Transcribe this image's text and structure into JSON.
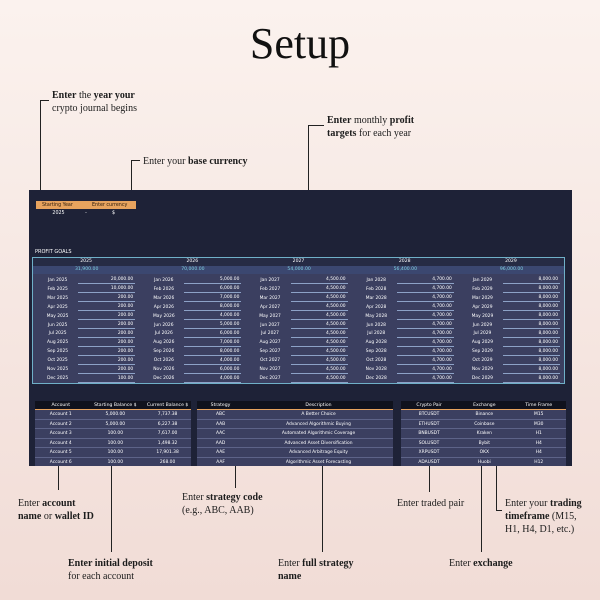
{
  "page": {
    "title": "Setup"
  },
  "annotations": {
    "year": {
      "pre": "",
      "b1": "Enter",
      "mid": " the ",
      "b2": "year your",
      "post": "crypto journal begins"
    },
    "currency": {
      "pre": "Enter your ",
      "b": "base currency"
    },
    "profit": {
      "b1": "Enter",
      "mid": " monthly ",
      "b2": "profit",
      "b3": "targets",
      "post": " for each year"
    },
    "account": {
      "pre": "Enter ",
      "b1": "account",
      "b2": "name",
      "mid": " or ",
      "b3": "wallet ID"
    },
    "strategy_code": {
      "pre": "Enter ",
      "b": "strategy code",
      "post": "(e.g., ABC, AAB)"
    },
    "pair": {
      "text": "Enter traded pair"
    },
    "timeframe": {
      "pre": "Enter your ",
      "b1": "trading",
      "b2": "timeframe",
      "post1": " (M15,",
      "post2": "H1, H4, D1, etc.)"
    },
    "deposit": {
      "b": "Enter initial deposit",
      "post": "for each account"
    },
    "strategy_name": {
      "pre": "Enter ",
      "b1": "full strategy",
      "b2": "name"
    },
    "exchange": {
      "pre": "Enter ",
      "b": "exchange"
    }
  },
  "sheet": {
    "year_currency": {
      "headers": [
        "Starting Year",
        "Enter currency"
      ],
      "year": "2025",
      "sep": "-",
      "currency": "$"
    },
    "profit_goals": {
      "label": "PROFIT GOALS",
      "years": [
        "2025",
        "2026",
        "2027",
        "2028",
        "2029"
      ],
      "totals": [
        "31,900.00",
        "70,000.00",
        "54,000.00",
        "56,400.00",
        "96,000.00"
      ],
      "columns": [
        {
          "months": [
            "Jan 2025",
            "Feb 2025",
            "Mar 2025",
            "Apr 2025",
            "May 2025",
            "Jun 2025",
            "Jul 2025",
            "Aug 2025",
            "Sep 2025",
            "Oct 2025",
            "Nov 2025",
            "Dec 2025"
          ],
          "values": [
            "20,000.00",
            "10,000.00",
            "200.00",
            "200.00",
            "200.00",
            "200.00",
            "200.00",
            "200.00",
            "200.00",
            "200.00",
            "200.00",
            "100.00"
          ]
        },
        {
          "months": [
            "Jan 2026",
            "Feb 2026",
            "Mar 2026",
            "Apr 2026",
            "May 2026",
            "Jun 2026",
            "Jul 2026",
            "Aug 2026",
            "Sep 2026",
            "Oct 2026",
            "Nov 2026",
            "Dec 2026"
          ],
          "values": [
            "5,000.00",
            "6,000.00",
            "7,000.00",
            "8,000.00",
            "4,000.00",
            "5,000.00",
            "6,000.00",
            "7,000.00",
            "8,000.00",
            "4,000.00",
            "6,000.00",
            "4,000.00"
          ]
        },
        {
          "months": [
            "Jan 2027",
            "Feb 2027",
            "Mar 2027",
            "Apr 2027",
            "May 2027",
            "Jun 2027",
            "Jul 2027",
            "Aug 2027",
            "Sep 2027",
            "Oct 2027",
            "Nov 2027",
            "Dec 2027"
          ],
          "values": [
            "4,500.00",
            "4,500.00",
            "4,500.00",
            "4,500.00",
            "4,500.00",
            "4,500.00",
            "4,500.00",
            "4,500.00",
            "4,500.00",
            "4,500.00",
            "4,500.00",
            "4,500.00"
          ]
        },
        {
          "months": [
            "Jan 2028",
            "Feb 2028",
            "Mar 2028",
            "Apr 2028",
            "May 2028",
            "Jun 2028",
            "Jul 2028",
            "Aug 2028",
            "Sep 2028",
            "Oct 2028",
            "Nov 2028",
            "Dec 2028"
          ],
          "values": [
            "4,700.00",
            "4,700.00",
            "4,700.00",
            "4,700.00",
            "4,700.00",
            "4,700.00",
            "4,700.00",
            "4,700.00",
            "4,700.00",
            "4,700.00",
            "4,700.00",
            "4,700.00"
          ]
        },
        {
          "months": [
            "Jan 2029",
            "Feb 2029",
            "Mar 2029",
            "Apr 2029",
            "May 2029",
            "Jun 2029",
            "Jul 2029",
            "Aug 2029",
            "Sep 2029",
            "Oct 2029",
            "Nov 2029",
            "Dec 2029"
          ],
          "values": [
            "8,000.00",
            "8,000.00",
            "8,000.00",
            "8,000.00",
            "8,000.00",
            "8,000.00",
            "8,000.00",
            "8,000.00",
            "8,000.00",
            "8,000.00",
            "8,000.00",
            "8,000.00"
          ]
        }
      ]
    },
    "accounts": {
      "headers": [
        "Account",
        "Starting Balance $",
        "Current Balance $"
      ],
      "rows": [
        [
          "Account 1",
          "5,000.00",
          "7,737.38"
        ],
        [
          "Account 2",
          "5,000.00",
          "6,227.38"
        ],
        [
          "Account 3",
          "100.00",
          "7,617.00"
        ],
        [
          "Account 4",
          "100.00",
          "1,498.32"
        ],
        [
          "Account 5",
          "100.00",
          "17,901.38"
        ],
        [
          "Account 6",
          "100.00",
          "268.00"
        ]
      ]
    },
    "strategies": {
      "headers": [
        "Strategy",
        "Description"
      ],
      "rows": [
        [
          "ABC",
          "A Better Choice"
        ],
        [
          "AAB",
          "Advanced Algorithmic Buying"
        ],
        [
          "AAC",
          "Automated Algorithmic Coverage"
        ],
        [
          "AAD",
          "Advanced Asset Diversification"
        ],
        [
          "AAE",
          "Advanced Arbitrage Equity"
        ],
        [
          "AAF",
          "Algorithmic Asset Forecasting"
        ]
      ]
    },
    "pairs": {
      "headers": [
        "Crypto Pair",
        "Exchange",
        "Time Frame"
      ],
      "rows": [
        [
          "BTCUSDT",
          "Binance",
          "M15"
        ],
        [
          "ETHUSDT",
          "Coinbase",
          "M30"
        ],
        [
          "BNBUSDT",
          "Kraken",
          "H1"
        ],
        [
          "SOLUSDT",
          "Bybit",
          "H4"
        ],
        [
          "XRPUSDT",
          "OKX",
          "H4"
        ],
        [
          "ADAUSDT",
          "Huobi",
          "H12"
        ]
      ]
    }
  }
}
